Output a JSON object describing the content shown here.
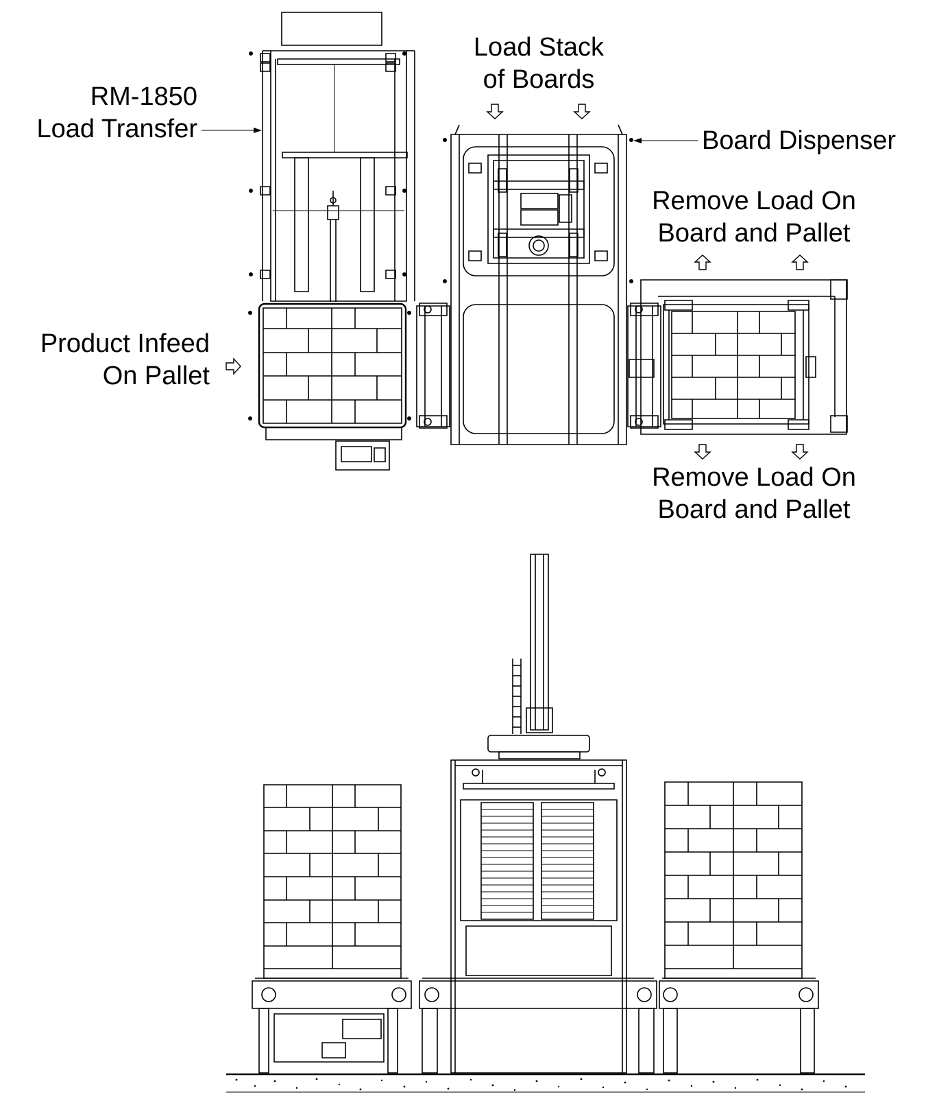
{
  "labels": {
    "load_transfer": [
      "RM-1850",
      "Load Transfer"
    ],
    "load_stack": [
      "Load Stack",
      "of Boards"
    ],
    "board_dispenser": "Board Dispenser",
    "remove_top": [
      "Remove Load On",
      "Board and Pallet"
    ],
    "product_infeed": [
      "Product Infeed",
      "On Pallet"
    ],
    "remove_bottom": [
      "Remove Load On",
      "Board and Pallet"
    ]
  },
  "colors": {
    "line": "#000000",
    "background": "#ffffff"
  },
  "icons": {
    "flow_arrow": "hollow-arrow-icon"
  }
}
